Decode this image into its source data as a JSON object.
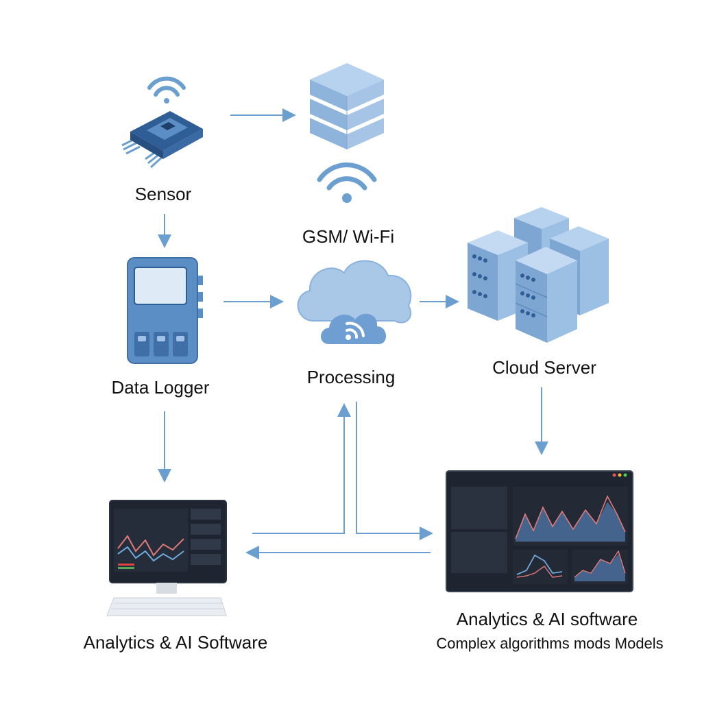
{
  "labels": {
    "sensor": "Sensor",
    "gsm_wifi": "GSM/ Wi-Fi",
    "data_logger": "Data Logger",
    "processing": "Processing",
    "cloud_server": "Cloud Server",
    "analytics_left": "Analytics & AI Software",
    "analytics_right_title": "Analytics & AI software",
    "analytics_right_subtitle": "Complex algorithms mods Models"
  },
  "colors": {
    "arrow": "#6a9fd0",
    "device_blue": "#5b8ec4",
    "device_light": "#9fc2e6",
    "cloud": "#a9c8e8",
    "screen_bg": "#1f2530"
  }
}
